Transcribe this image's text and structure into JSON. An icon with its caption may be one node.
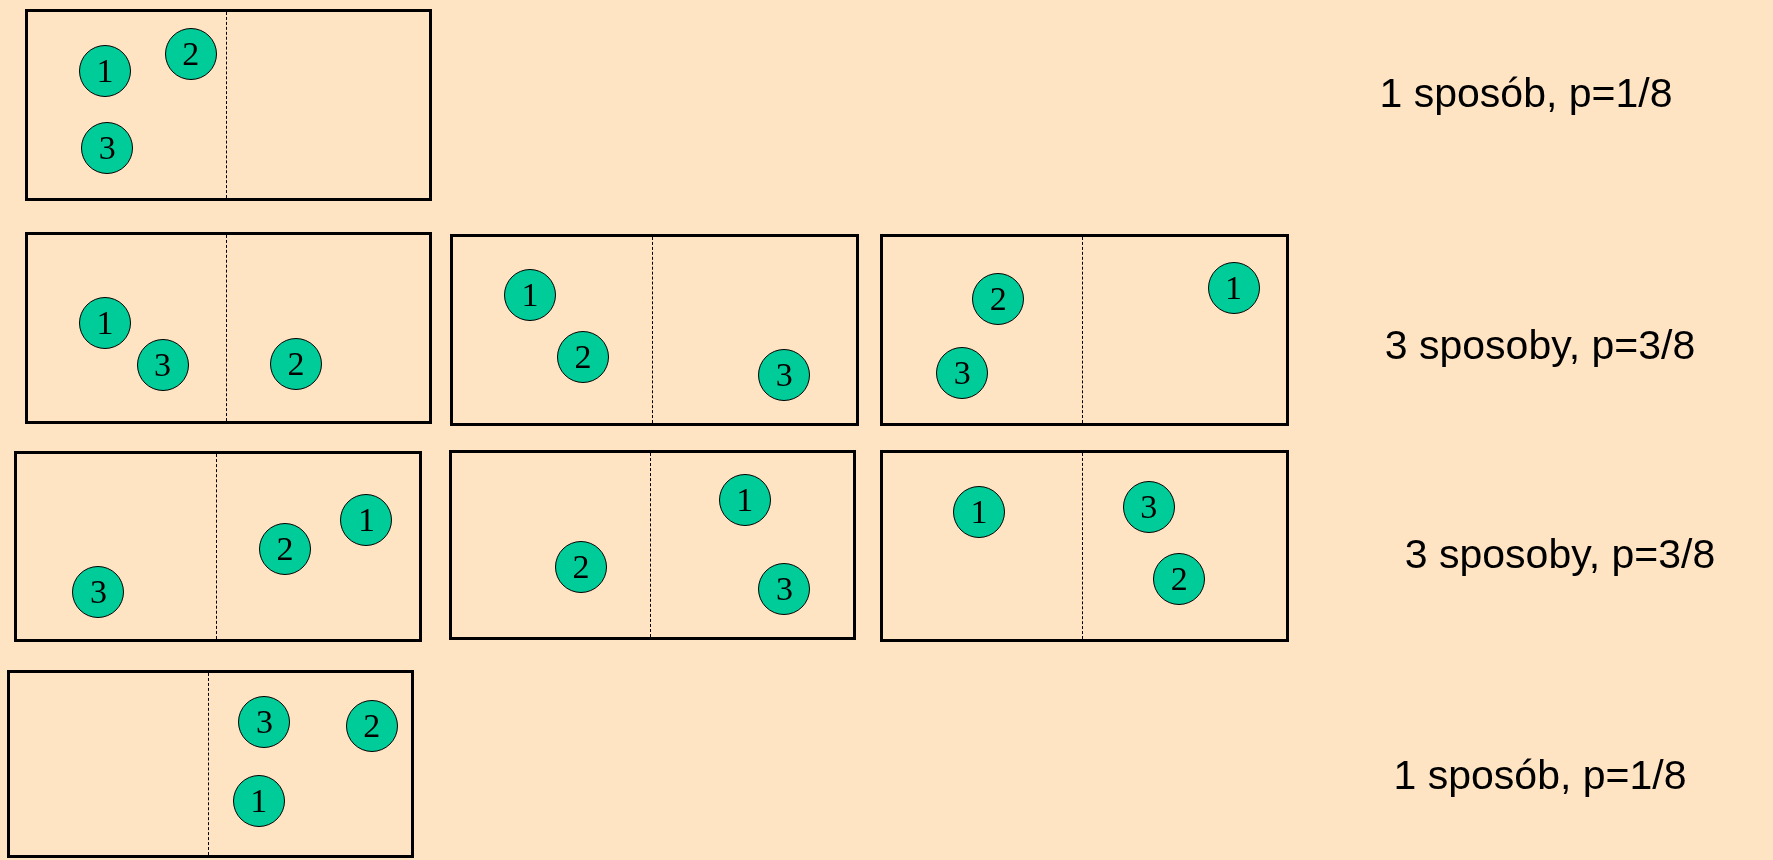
{
  "diagram": {
    "nodes": [
      {
        "text": [],
        "shape": "box"
      },
      {
        "text": [
          "1"
        ],
        "in": 0
      },
      {
        "text": [
          "2"
        ],
        "in": 0
      },
      {
        "text": [
          "3"
        ],
        "in": 0
      },
      {
        "text": [],
        "shape": "box"
      },
      {
        "text": [
          "1"
        ],
        "in": 4
      },
      {
        "text": [
          "3"
        ],
        "in": 4
      },
      {
        "text": [
          "2"
        ],
        "in": 4
      },
      {
        "text": [],
        "shape": "box"
      },
      {
        "text": [
          "1"
        ],
        "in": 8
      },
      {
        "text": [
          "2"
        ],
        "in": 8
      },
      {
        "text": [
          "3"
        ],
        "in": 8
      },
      {
        "text": [],
        "shape": "box"
      },
      {
        "text": [
          "2"
        ],
        "in": 12
      },
      {
        "text": [
          "1"
        ],
        "in": 12
      },
      {
        "text": [
          "3"
        ],
        "in": 12
      },
      {
        "text": [],
        "shape": "box"
      },
      {
        "text": [
          "3"
        ],
        "in": 16
      },
      {
        "text": [
          "2"
        ],
        "in": 16
      },
      {
        "text": [
          "1"
        ],
        "in": 16
      },
      {
        "text": [],
        "shape": "box"
      },
      {
        "text": [
          "1"
        ],
        "in": 20
      },
      {
        "text": [
          "2"
        ],
        "in": 20
      },
      {
        "text": [
          "3"
        ],
        "in": 20
      },
      {
        "text": [],
        "shape": "box"
      },
      {
        "text": [
          "1"
        ],
        "in": 24
      },
      {
        "text": [
          "3"
        ],
        "in": 24
      },
      {
        "text": [
          "2"
        ],
        "in": 24
      },
      {
        "text": [],
        "shape": "box"
      },
      {
        "text": [
          "3"
        ],
        "in": 28
      },
      {
        "text": [
          "2"
        ],
        "in": 28
      },
      {
        "text": [
          "1"
        ],
        "in": 28
      }
    ],
    "labels": [
      "1 sposób, p=1/8",
      "3 sposoby, p=3/8",
      "3 sposoby, p=3/8",
      "1 sposób, p=1/8"
    ]
  }
}
